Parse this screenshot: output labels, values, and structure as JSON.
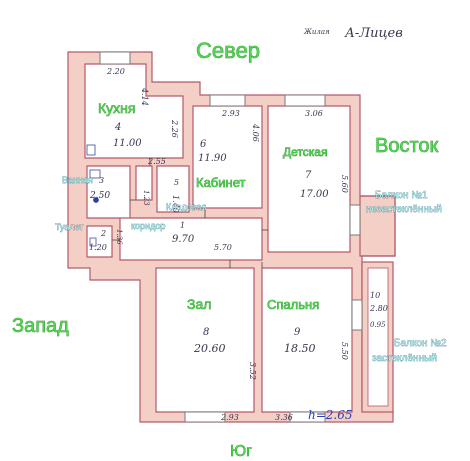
{
  "compass": {
    "north": "Север",
    "east": "Восток",
    "west": "Запад",
    "south": "Юг"
  },
  "stamp": {
    "left": "Жилая",
    "right": "А-Лицев"
  },
  "rooms": {
    "kitchen": {
      "name": "Кухня",
      "number": "4",
      "area": "11.00",
      "dims": [
        "2.20",
        "4.14",
        "2.26",
        "2.55"
      ]
    },
    "office": {
      "name": "Кабинет",
      "number": "6",
      "area": "11.90",
      "dims": [
        "2.93",
        "4.06"
      ]
    },
    "nursery": {
      "name": "Детская",
      "number": "7",
      "area": "17.00",
      "dims": [
        "3.06",
        "5.60"
      ]
    },
    "bathroom": {
      "name": "Ванная",
      "number": "3",
      "area": "2.50"
    },
    "toilet": {
      "name": "Туалет",
      "number": "2",
      "area": "1.20",
      "dims": [
        "1.36"
      ]
    },
    "pantry": {
      "name": "Кладовая",
      "number": "5",
      "area": "1.40",
      "dims": [
        "1.23"
      ]
    },
    "corridor": {
      "name": "коридор",
      "number": "1",
      "area": "9.70",
      "dims": [
        "5.70"
      ]
    },
    "hall": {
      "name": "Зал",
      "number": "8",
      "area": "20.60",
      "dims": [
        "3.52",
        "2.93"
      ]
    },
    "bedroom": {
      "name": "Спальня",
      "number": "9",
      "area": "18.50",
      "dims": [
        "3.36",
        "5.50"
      ]
    },
    "balcony1": {
      "name": "Балкон №1",
      "note": "незастеклённый"
    },
    "balcony2": {
      "name": "Балкон №2",
      "note": "застеклённый",
      "number": "10",
      "area": "2.80",
      "dims": [
        "0.95"
      ]
    }
  },
  "height_note": "h=2.65",
  "colors": {
    "wall_fill": "#f4cfc6",
    "wall_line": "#b25a6a",
    "ink": "#3a3550",
    "label_green": "#4fd84f",
    "label_cyan": "#b7f5ef"
  }
}
